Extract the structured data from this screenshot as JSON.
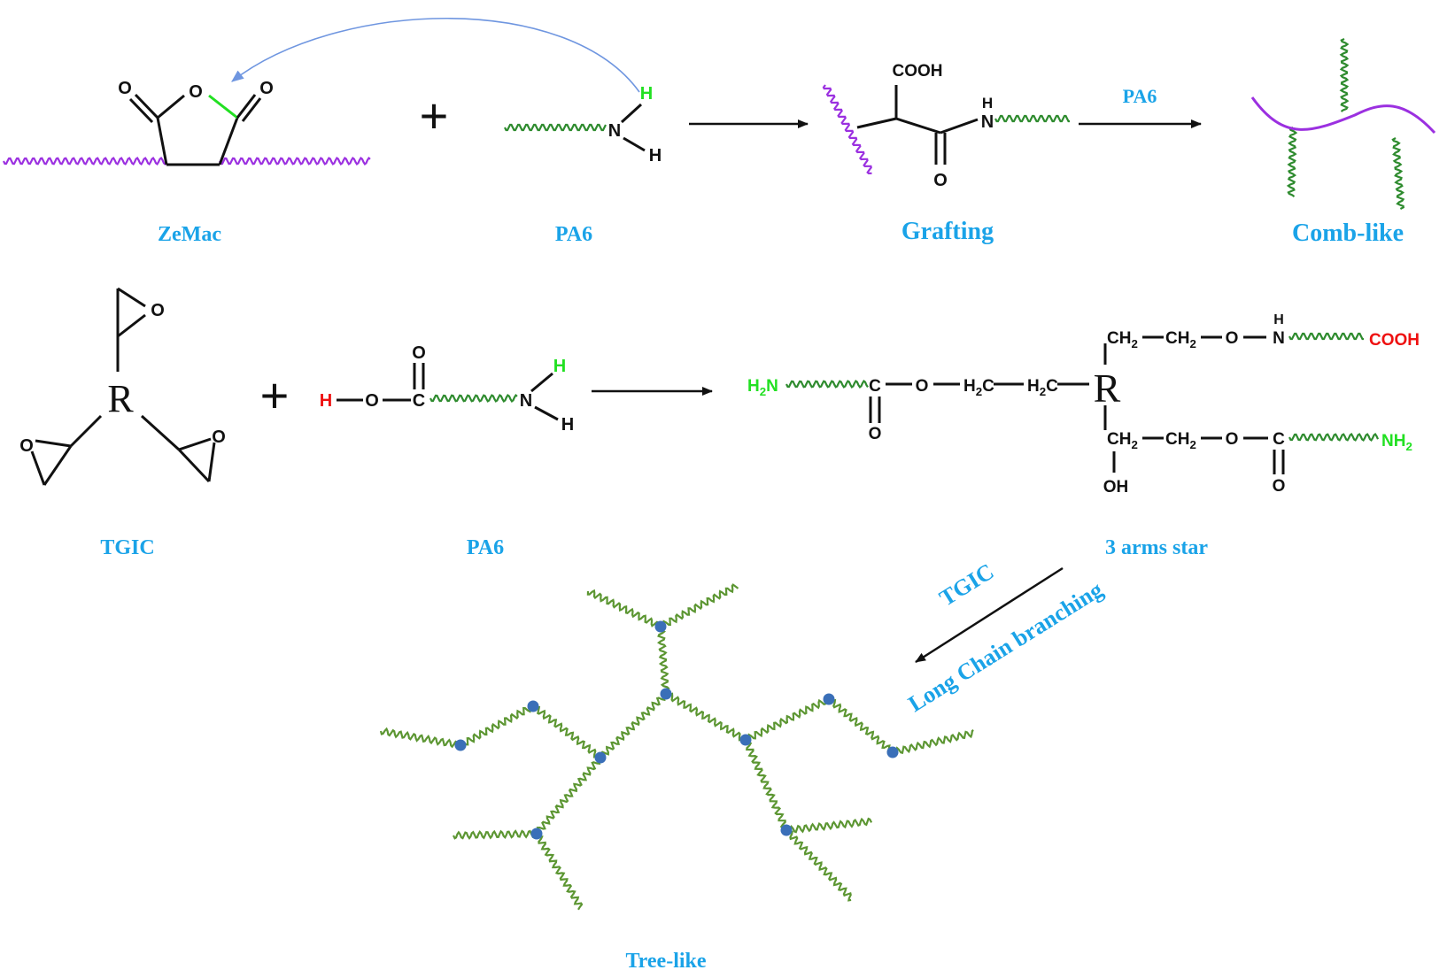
{
  "captions": {
    "zemac": "ZeMac",
    "pa6_top": "PA6",
    "grafting": "Grafting",
    "comb": "Comb-like",
    "tgic": "TGIC",
    "pa6_mid": "PA6",
    "star": "3 arms star",
    "tree": "Tree-like"
  },
  "arrow_labels": {
    "pa6": "PA6",
    "tgic": "TGIC",
    "lcb": "Long Chain branching"
  },
  "symbols": {
    "plus": "+",
    "O": "O",
    "H": "H",
    "N": "N",
    "C": "C",
    "R": "R",
    "COOH": "COOH",
    "OH": "OH",
    "CH": "CH",
    "H2": "H",
    "two": "2"
  },
  "colors": {
    "caption": "#1aa3e8",
    "pa6_chain": "#2e8b2e",
    "zemac_chain": "#9b30e0",
    "highlight_h": "#22e022",
    "acid_h": "#ee1111",
    "attack_arrow": "#6f96e0",
    "branch_node": "#3a6fb8",
    "tree_chain": "#5c9632"
  }
}
